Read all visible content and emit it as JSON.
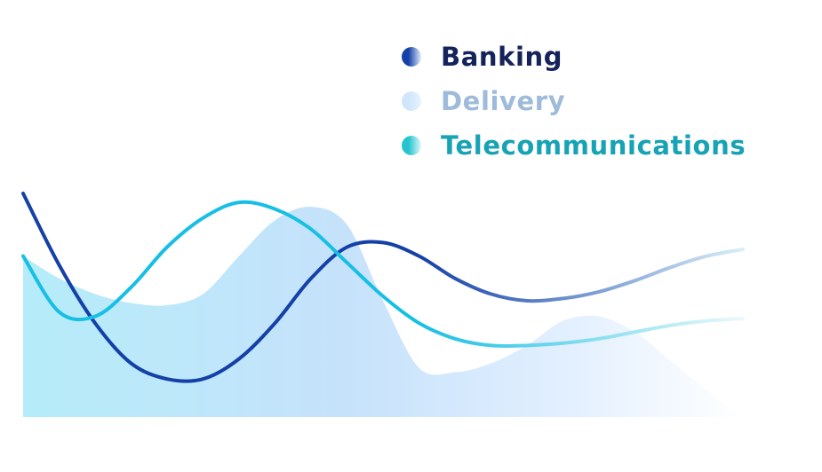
{
  "chart_data": {
    "type": "line",
    "title": "",
    "xlabel": "",
    "ylabel": "",
    "grid": false,
    "legend_placement": "top-right",
    "xlim": [
      0,
      100
    ],
    "ylim": [
      0,
      100
    ],
    "series": [
      {
        "name": "Banking",
        "render": "line",
        "color": "#1440a8",
        "color_end": "#d8eef8",
        "x": [
          0,
          5,
          10,
          15,
          20,
          25,
          30,
          35,
          40,
          45,
          50,
          55,
          60,
          65,
          70,
          75,
          80,
          85,
          90,
          95,
          100
        ],
        "y": [
          100,
          68,
          42,
          24,
          17,
          17,
          26,
          42,
          62,
          76,
          78,
          72,
          62,
          55,
          52,
          53,
          56,
          61,
          67,
          72,
          75
        ]
      },
      {
        "name": "Delivery",
        "render": "area",
        "color": "#b9ecfa",
        "color_end": "#ffffff",
        "x": [
          0,
          5,
          10,
          15,
          20,
          25,
          30,
          35,
          40,
          45,
          50,
          55,
          60,
          65,
          70,
          75,
          80,
          85,
          90,
          95,
          100
        ],
        "y": [
          72,
          62,
          55,
          51,
          50,
          55,
          72,
          88,
          94,
          86,
          52,
          22,
          20,
          24,
          32,
          43,
          45,
          38,
          25,
          12,
          0
        ]
      },
      {
        "name": "Telecommunications",
        "render": "line",
        "color": "#17bfe4",
        "color_end": "#eaf9fb",
        "x": [
          0,
          5,
          10,
          15,
          20,
          25,
          30,
          35,
          40,
          45,
          50,
          55,
          60,
          65,
          70,
          75,
          80,
          85,
          90,
          95,
          100
        ],
        "y": [
          72,
          47,
          45,
          58,
          76,
          89,
          96,
          93,
          84,
          69,
          54,
          42,
          35,
          32,
          32,
          33,
          35,
          38,
          41,
          43,
          44
        ]
      }
    ]
  },
  "legend": {
    "items": [
      {
        "label": "Banking",
        "text_color": "#14235a",
        "dot_from": "#1440a8",
        "dot_to": "#e4ecfa"
      },
      {
        "label": "Delivery",
        "text_color": "#9ebbdb",
        "dot_from": "#cfe6fa",
        "dot_to": "#e6f3fd"
      },
      {
        "label": "Telecommunications",
        "text_color": "#17a3b5",
        "dot_from": "#24c4cf",
        "dot_to": "#dff7f8"
      }
    ]
  }
}
